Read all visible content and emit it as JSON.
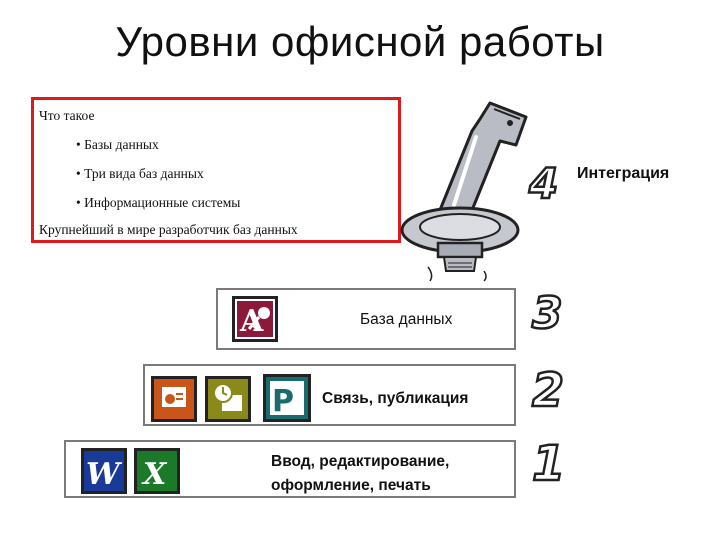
{
  "title": "Уровни офисной работы",
  "info_box": {
    "heading": "Что такое",
    "items": [
      "• Базы данных",
      "• Три вида баз данных",
      "• Информационные системы"
    ],
    "footer": "Крупнейший в мире разработчик баз данных"
  },
  "levels": [
    {
      "number": "4",
      "label": "Интеграция"
    },
    {
      "number": "3",
      "label": "База данных"
    },
    {
      "number": "2",
      "label": "Связь, публикация"
    },
    {
      "number": "1",
      "label_line1": "Ввод, редактирование,",
      "label_line2": "оформление, печать"
    }
  ],
  "icons": {
    "access": "access-key-icon",
    "powerpoint": "powerpoint-icon",
    "outlook": "outlook-icon",
    "publisher": "publisher-icon",
    "word": "word-icon",
    "excel": "excel-icon",
    "wrench": "wrench-bolt-icon"
  },
  "colors": {
    "red_border": "#e0191f",
    "access": "#8b1a3a",
    "powerpoint": "#c8561a",
    "outlook": "#7a7a1a",
    "publisher": "#1a6b6b",
    "word": "#1a3a9a",
    "excel": "#1a7a2a"
  }
}
